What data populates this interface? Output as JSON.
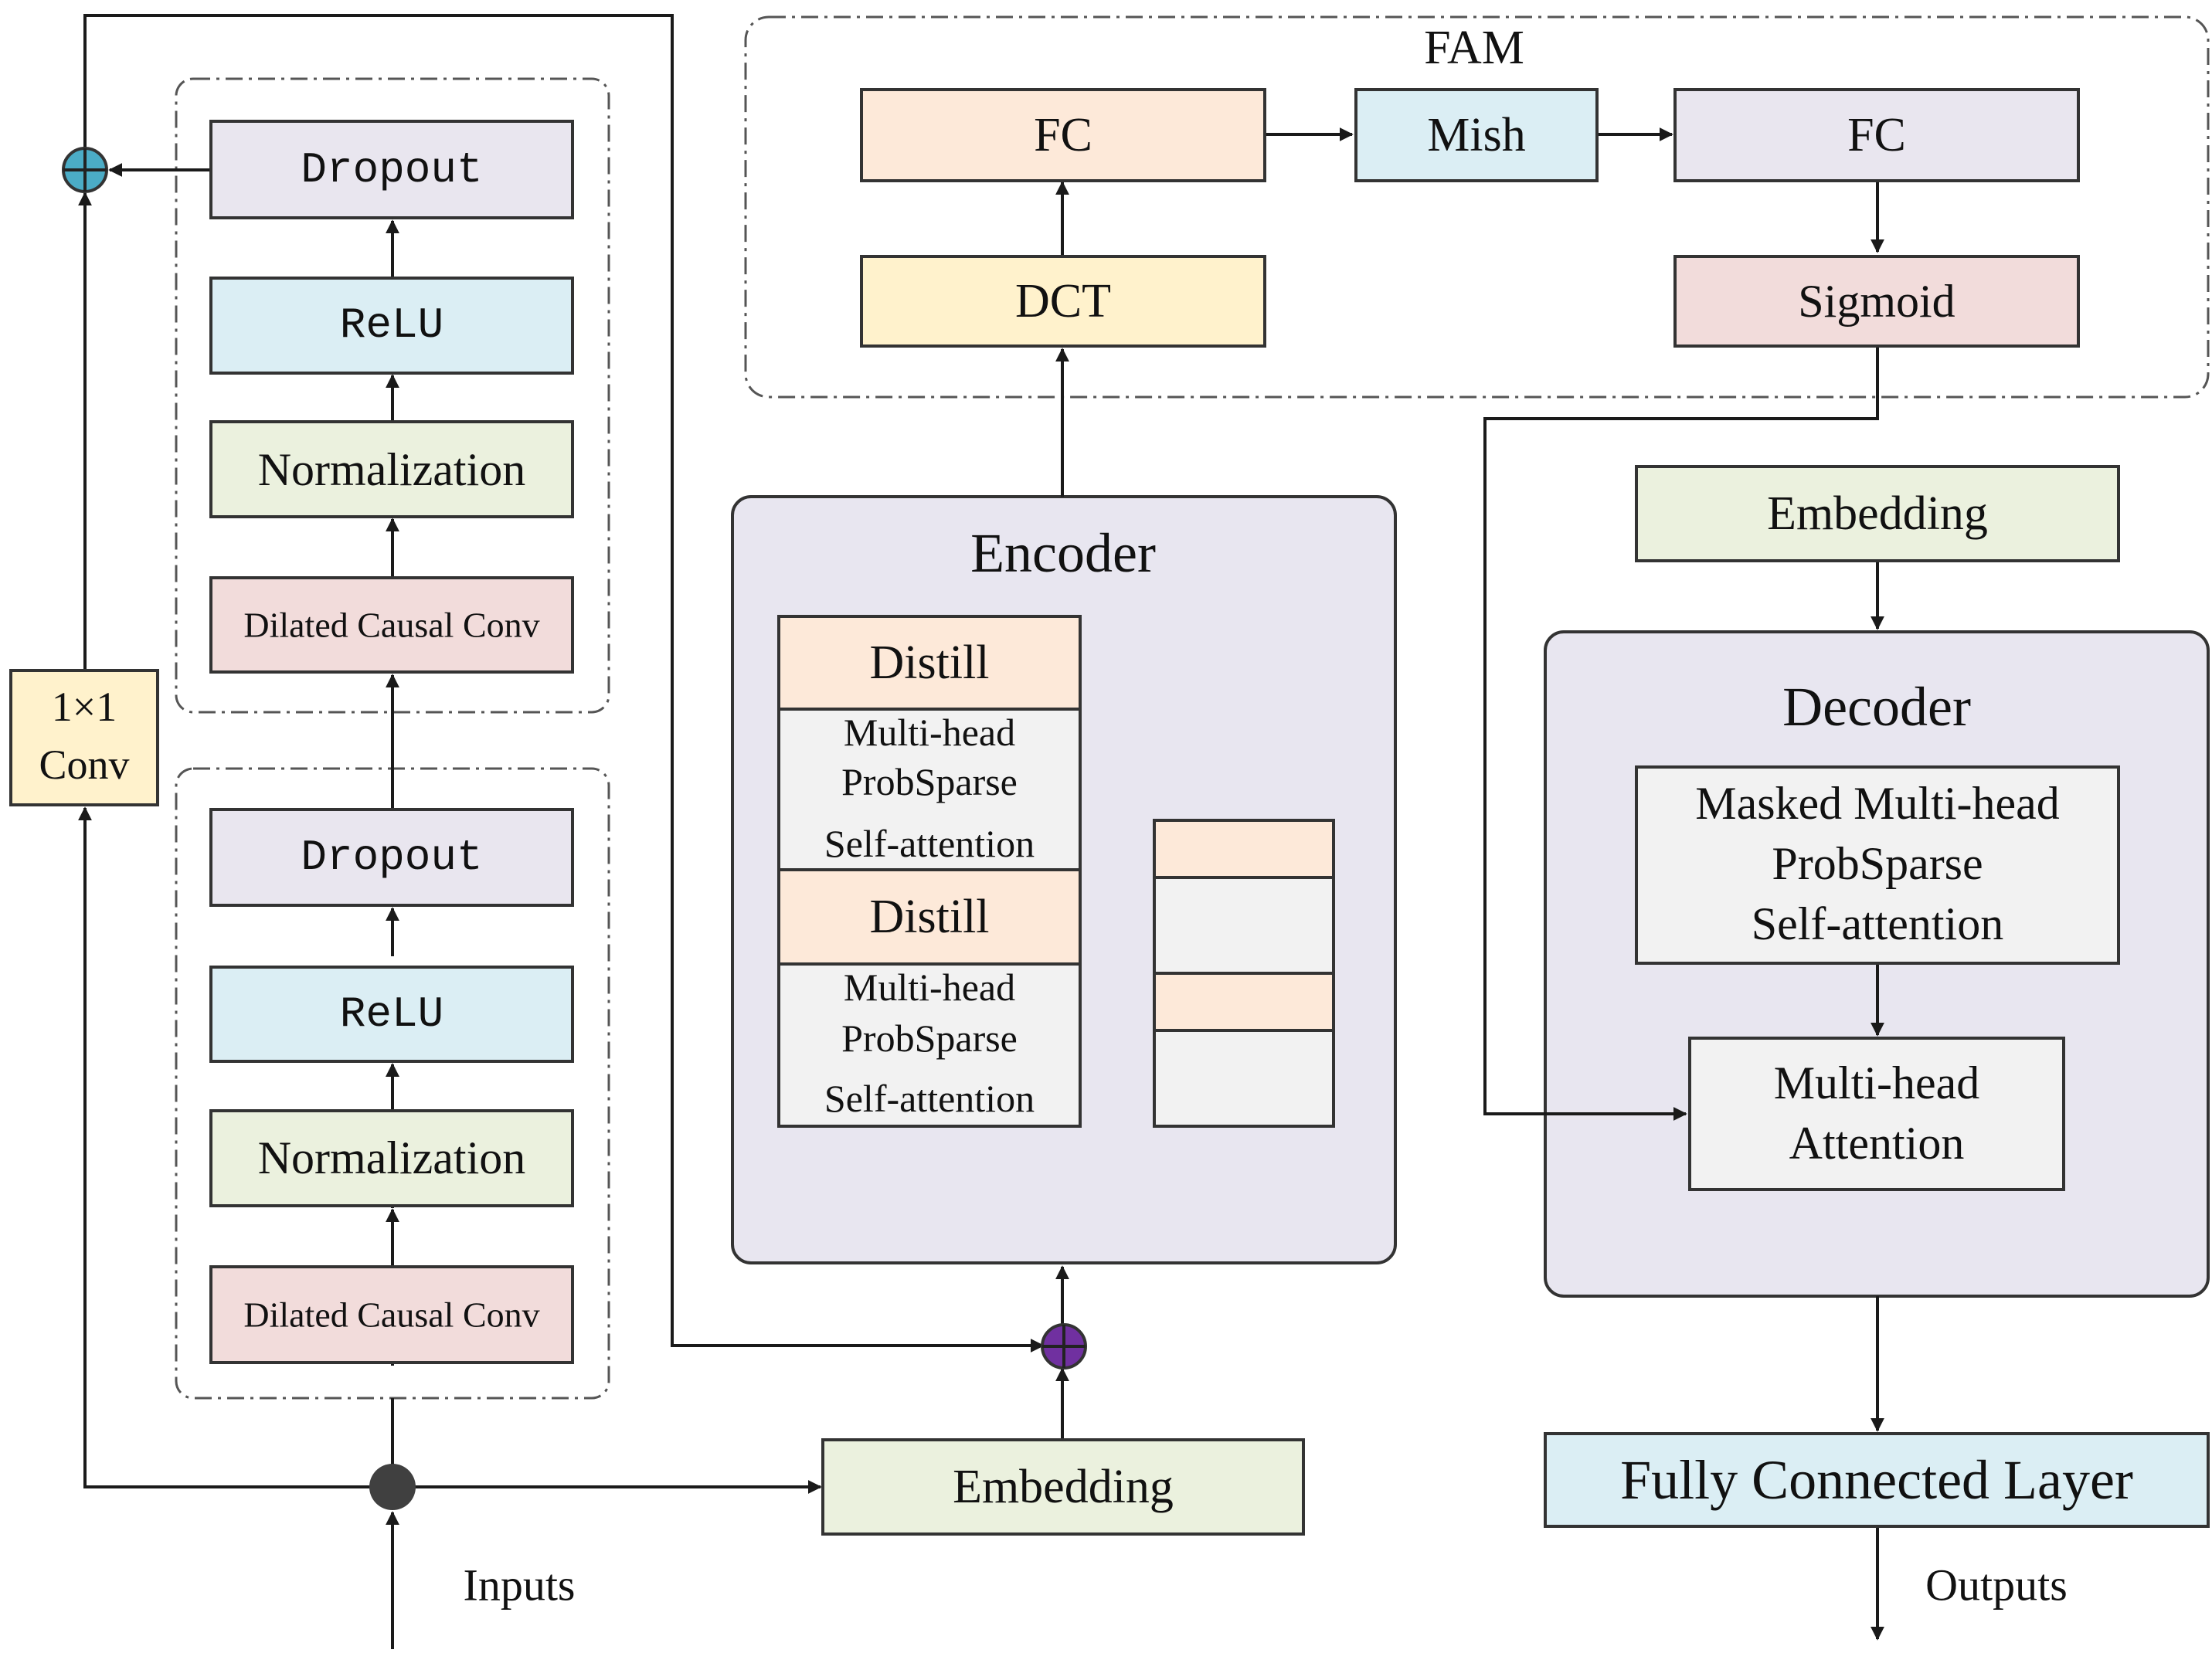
{
  "colors": {
    "orange": "#fde9d9",
    "lavender": "#e9e6ef",
    "blue": "#dbeef4",
    "green": "#ebf1de",
    "pink": "#f2dcdb",
    "yellow": "#fff2cc",
    "gray": "#f2f2f2",
    "container": "#e8e6f0",
    "adder_blue": "#4bacc6",
    "adder_purple": "#7030a0",
    "junction": "#404040"
  },
  "tcn": {
    "upper": {
      "dropout": "Dropout",
      "relu": "ReLU",
      "normalization": "Normalization",
      "dilated_conv": "Dilated Causal Conv"
    },
    "lower": {
      "dropout": "Dropout",
      "relu": "ReLU",
      "normalization": "Normalization",
      "dilated_conv": "Dilated Causal Conv"
    },
    "conv1x1": {
      "line1": "1×1",
      "line2": "Conv"
    }
  },
  "fam": {
    "title": "FAM",
    "fc_left": "FC",
    "mish": "Mish",
    "fc_right": "FC",
    "dct": "DCT",
    "sigmoid": "Sigmoid"
  },
  "encoder": {
    "title": "Encoder",
    "distill_1": "Distill",
    "attention_1": {
      "line1": "Multi-head",
      "line2": "ProbSparse",
      "line3": "Self-attention"
    },
    "distill_2": "Distill",
    "attention_2": {
      "line1": "Multi-head",
      "line2": "ProbSparse",
      "line3": "Self-attention"
    }
  },
  "encoder_embedding": "Embedding",
  "decoder_embedding": "Embedding",
  "decoder": {
    "title": "Decoder",
    "masked_attention": {
      "line1": "Masked Multi-head",
      "line2": "ProbSparse",
      "line3": "Self-attention"
    },
    "cross_attention": {
      "line1": "Multi-head",
      "line2": "Attention"
    }
  },
  "fully_connected": "Fully Connected Layer",
  "inputs_label": "Inputs",
  "outputs_label": "Outputs"
}
